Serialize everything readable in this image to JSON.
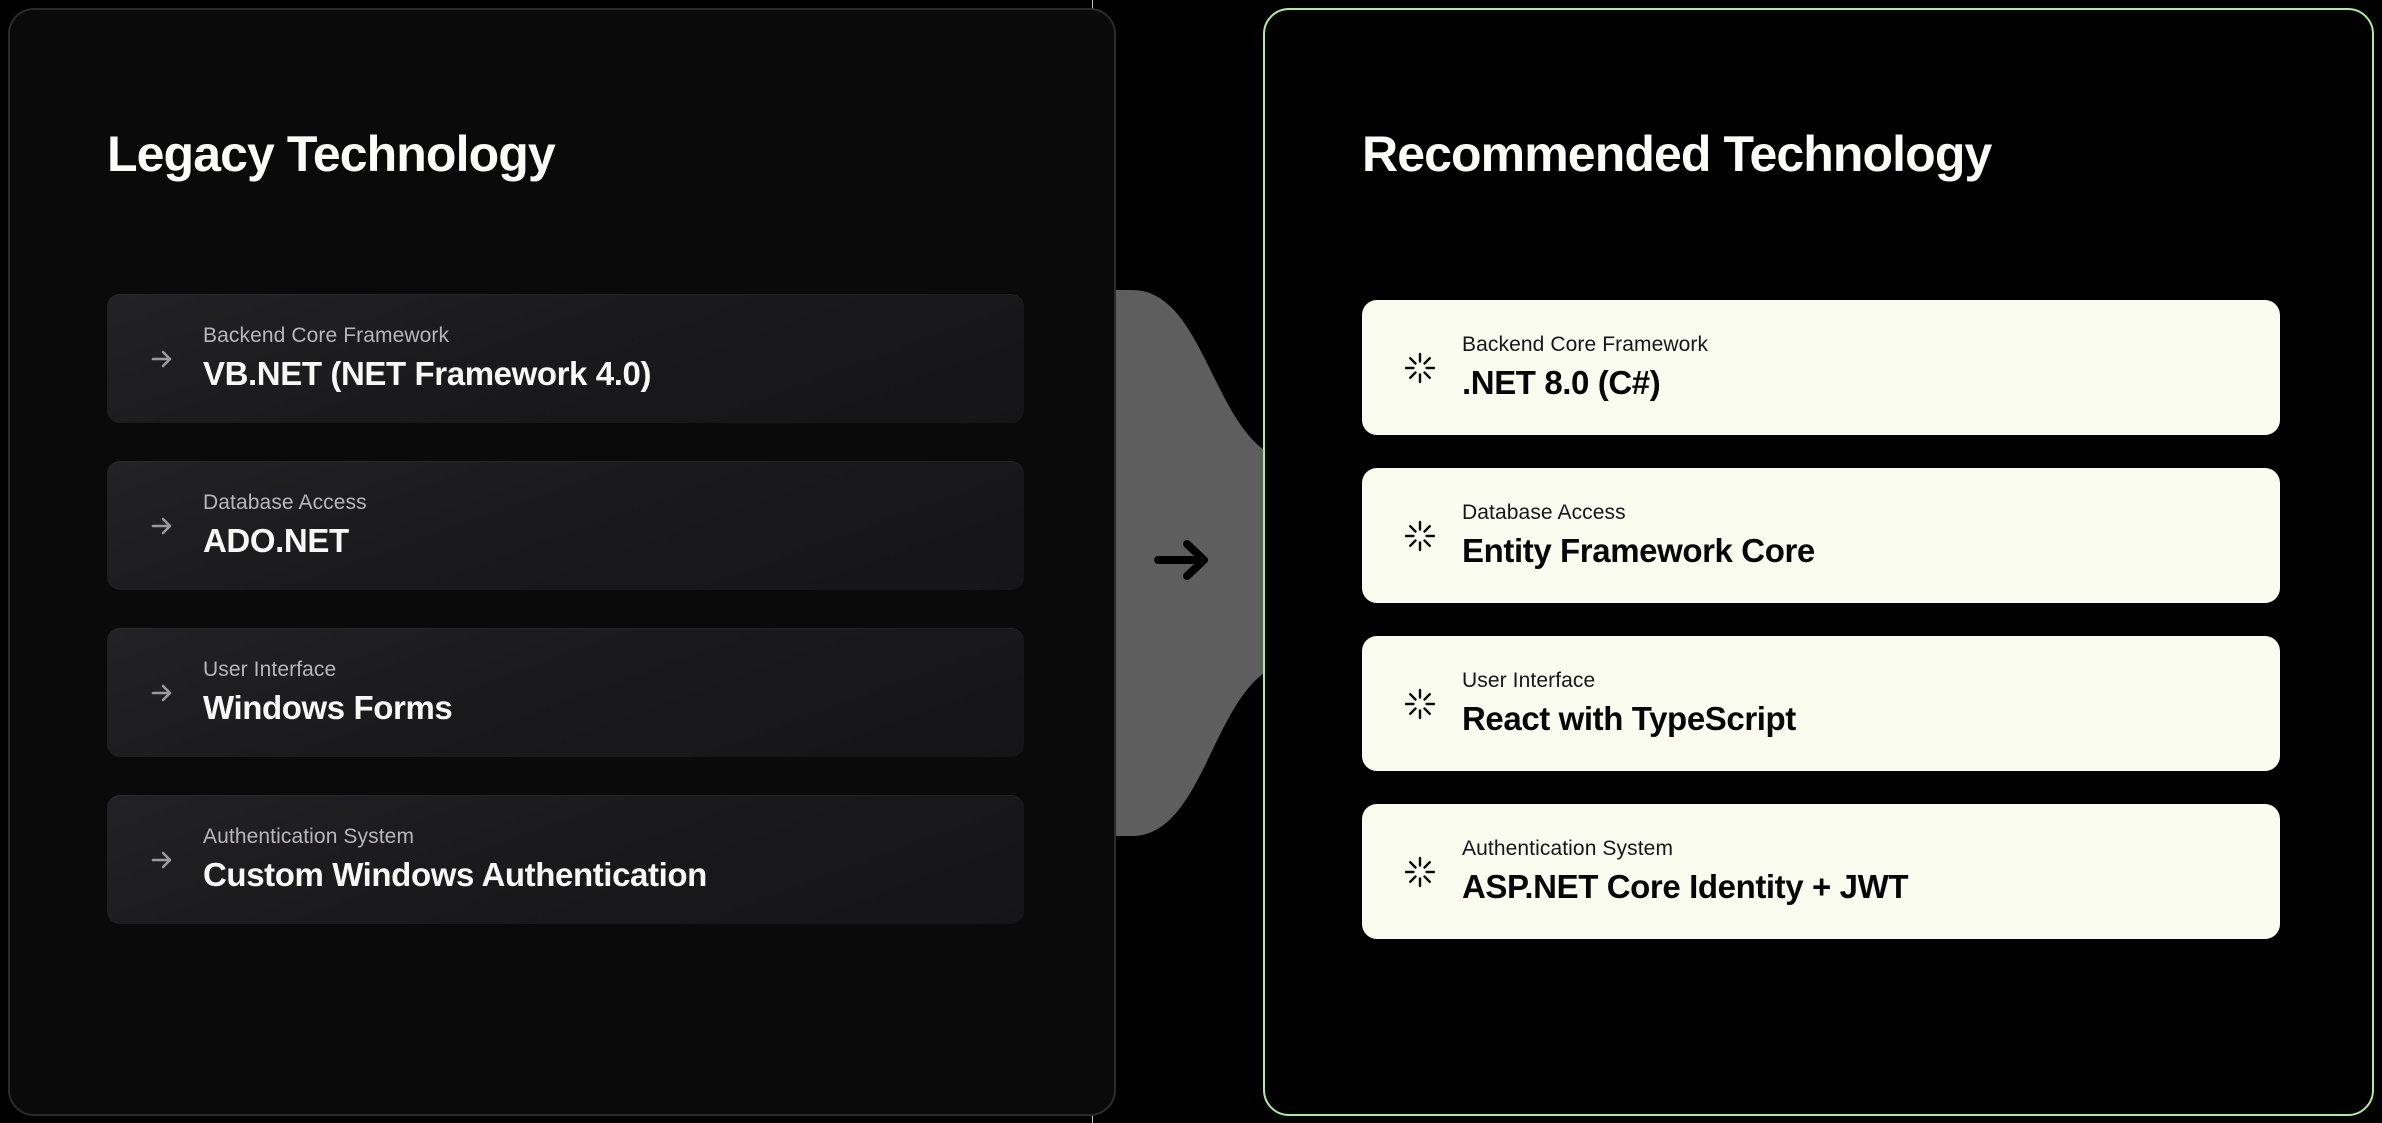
{
  "colors": {
    "page_background": "#000000",
    "legacy_panel_background": "#0A0A0B",
    "legacy_panel_border": "#2B2B2D",
    "legacy_card_background": "#1A1A1C",
    "recommended_panel_background": "#000000",
    "recommended_panel_border": "#ADEBA0",
    "recommended_card_background": "#FAFCF0",
    "connector_fill": "#5E5E5E",
    "legacy_label_text": "#B6B7BB",
    "legacy_value_text": "#F7F7F5",
    "recommended_label_text": "#15161A",
    "recommended_value_text": "#07070A",
    "legacy_arrow_icon": "#9A9A9E"
  },
  "legacy": {
    "title": "Legacy Technology",
    "item_icon": "arrow-right-icon",
    "items": [
      {
        "label": "Backend Core Framework",
        "value": "VB.NET (NET Framework 4.0)"
      },
      {
        "label": "Database Access",
        "value": "ADO.NET"
      },
      {
        "label": "User Interface",
        "value": "Windows Forms"
      },
      {
        "label": "Authentication System",
        "value": "Custom Windows Authentication"
      }
    ]
  },
  "recommended": {
    "title": "Recommended Technology",
    "item_icon": "sparkle-burst-icon",
    "items": [
      {
        "label": "Backend Core Framework",
        "value": ".NET 8.0 (C#)"
      },
      {
        "label": "Database Access",
        "value": "Entity Framework Core"
      },
      {
        "label": "User Interface",
        "value": "React with TypeScript"
      },
      {
        "label": "Authentication System",
        "value": "ASP.NET Core Identity + JWT"
      }
    ]
  },
  "connector": {
    "icon": "arrow-right-icon"
  }
}
